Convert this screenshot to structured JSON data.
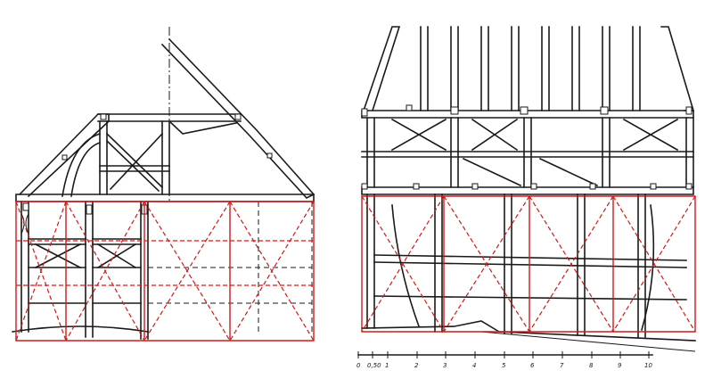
{
  "colors": {
    "ink": "#1a1a1a",
    "proportion_lines": "#d11a1a",
    "paper": "#ffffff"
  },
  "scale_bar": {
    "labels": [
      "0",
      "0,50",
      "1",
      "2",
      "3",
      "4",
      "5",
      "6",
      "7",
      "8",
      "9",
      "10"
    ]
  }
}
